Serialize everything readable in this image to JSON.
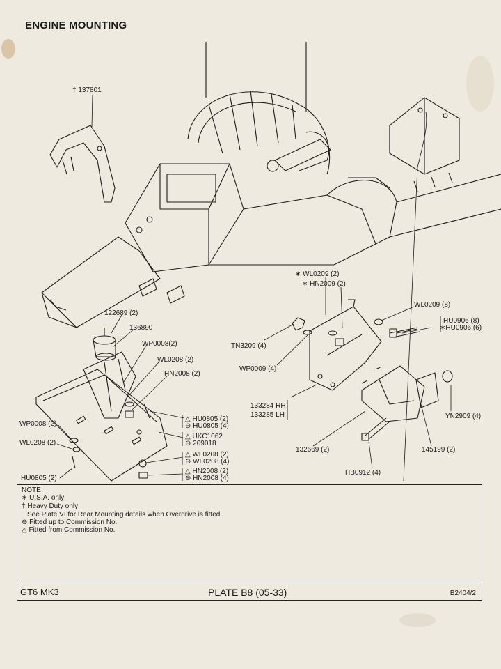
{
  "page": {
    "title": "ENGINE MOUNTING"
  },
  "callouts": {
    "c137801": "† 137801",
    "c122689": "122689 (2)",
    "c136890": "136890",
    "wp0008_2a": "WP0008(2)",
    "wl0208_2a": "WL0208 (2)",
    "hn2008_2a": "HN2008 (2)",
    "wp0008_2b": "WP0008 (2)",
    "wl0208_2b": "WL0208 (2)",
    "hu0805_2b": "HU0805 (2)",
    "hu_group_1": "△ HU0805  (2)",
    "hu_group_2": "⊖ HU0805 (4)",
    "ukc_group_1": "△ UKC1062",
    "ukc_group_2": "⊖ 209018",
    "wl_group_1": "△ WL0208  (2)",
    "wl_group_2": "⊖ WL0208  (4)",
    "hn_group_1": "△ HN2008  (2)",
    "hn_group_2": "⊖ HN2008  (4)",
    "wl0209_2": "∗ WL0209 (2)",
    "hn2009_2": "∗ HN2009 (2)",
    "wl0209_8": "WL0209 (8)",
    "hu0906_8": "HU0906 (8)",
    "hu0906_6": "∗HU0906 (6)",
    "tn3209_4": "TN3209 (4)",
    "wp0009_4": "WP0009 (4)",
    "rh_133284": "133284 RH",
    "lh_133285": "133285 LH",
    "yn2909_4": "YN2909 (4)",
    "c132669": "132669 (2)",
    "c145199": "145199 (2)",
    "hb0912_4": "HB0912 (4)"
  },
  "note": {
    "heading": "NOTE",
    "lines": [
      "∗ U.S.A. only",
      "† Heavy Duty only",
      "See Plate VI for Rear Mounting details when Overdrive is fitted.",
      "⊖ Fitted up to Commission No.",
      "△ Fitted from Commission No."
    ]
  },
  "footer": {
    "model": "GT6 MK3",
    "plate": "PLATE B8 (05-33)",
    "code": "B2404/2"
  }
}
